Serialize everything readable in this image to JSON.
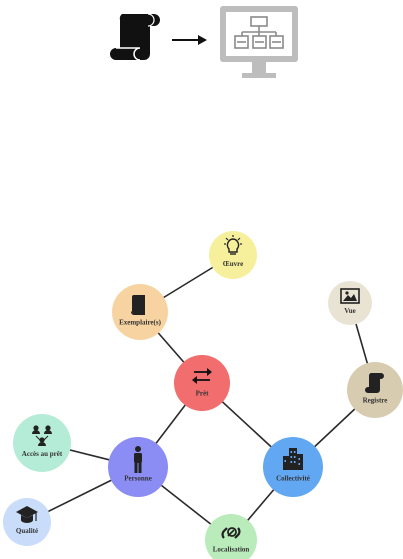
{
  "header": {
    "left_icon": "scroll-icon",
    "arrow_icon": "right-arrow-icon",
    "right_icon": "monitor-hierarchy-icon"
  },
  "graph": {
    "nodes": [
      {
        "id": "oeuvre",
        "label": "Œuvre",
        "color": "#f6ef9c",
        "icon": "lightbulb-icon"
      },
      {
        "id": "exemplaire",
        "label": "Exemplaire(s)",
        "color": "#f7d3a1",
        "icon": "book-icon"
      },
      {
        "id": "vue",
        "label": "Vue",
        "color": "#e9e3d3",
        "icon": "image-icon"
      },
      {
        "id": "pret",
        "label": "Prêt",
        "color": "#f26d6d",
        "icon": "swap-arrows-icon"
      },
      {
        "id": "registre",
        "label": "Registre",
        "color": "#d8ccb0",
        "icon": "scroll-icon"
      },
      {
        "id": "acces",
        "label": "Accès au prêt",
        "color": "#b5ecd7",
        "icon": "people-network-icon"
      },
      {
        "id": "personne",
        "label": "Personne",
        "color": "#8b8cf4",
        "icon": "person-icon"
      },
      {
        "id": "collectivite",
        "label": "Collectivité",
        "color": "#62a7f2",
        "icon": "buildings-icon"
      },
      {
        "id": "qualite",
        "label": "Qualité",
        "color": "#c9dcfa",
        "icon": "graduation-cap-icon"
      },
      {
        "id": "localisation",
        "label": "Localisation",
        "color": "#b9ebbb",
        "icon": "location-link-icon"
      }
    ],
    "edges": [
      [
        "oeuvre",
        "exemplaire"
      ],
      [
        "exemplaire",
        "pret"
      ],
      [
        "vue",
        "registre"
      ],
      [
        "pret",
        "personne"
      ],
      [
        "pret",
        "collectivite"
      ],
      [
        "registre",
        "collectivite"
      ],
      [
        "acces",
        "personne"
      ],
      [
        "personne",
        "qualite"
      ],
      [
        "personne",
        "localisation"
      ],
      [
        "collectivite",
        "localisation"
      ]
    ]
  }
}
